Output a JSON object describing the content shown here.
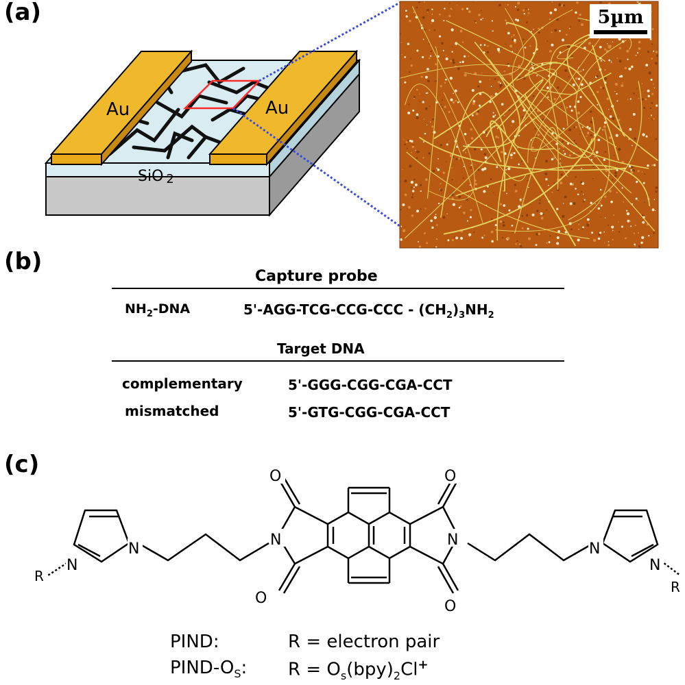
{
  "panels": {
    "a": {
      "label": "(a)",
      "electrode_left": "Au",
      "electrode_right": "Au",
      "substrate": "SiO",
      "substrate_sub": "2",
      "afm_colors": {
        "base": "#b85a12",
        "fiber": "#e8e06a"
      },
      "scale_bar": "5µm",
      "zoom_line_color": "#3a4ce0",
      "region_color": "#ff2a2a"
    },
    "b": {
      "label": "(b)",
      "capture_title": "Capture probe",
      "probe_name": "NH",
      "probe_name_sub": "2",
      "probe_name_suffix": "-DNA",
      "probe_seq_main": "5'-AGG-TCG-CCG-CCC - (CH",
      "probe_seq_sub1": "2",
      "probe_seq_mid": ")",
      "probe_seq_sub2": "3",
      "probe_seq_end": "NH",
      "probe_seq_sub3": "2",
      "target_title": "Target DNA",
      "targets": [
        {
          "name": "complementary",
          "seq": "5'-GGG-CGG-CGA-CCT"
        },
        {
          "name": "mismatched",
          "seq": "5'-GTG-CGG-CGA-CCT"
        }
      ]
    },
    "c": {
      "label": "(c)",
      "atoms": {
        "O": "O",
        "N": "N",
        "R": "R"
      },
      "def1_name": "PIND:",
      "def1_value": "R = electron pair",
      "def2_name_main": "PIND-O",
      "def2_name_sub": "S",
      "def2_name_end": ":",
      "def2_value_main": "R = O",
      "def2_value_sub1": "s",
      "def2_value_mid": "(bpy)",
      "def2_value_sub2": "2",
      "def2_value_end": "Cl",
      "def2_value_sup": "+"
    }
  }
}
